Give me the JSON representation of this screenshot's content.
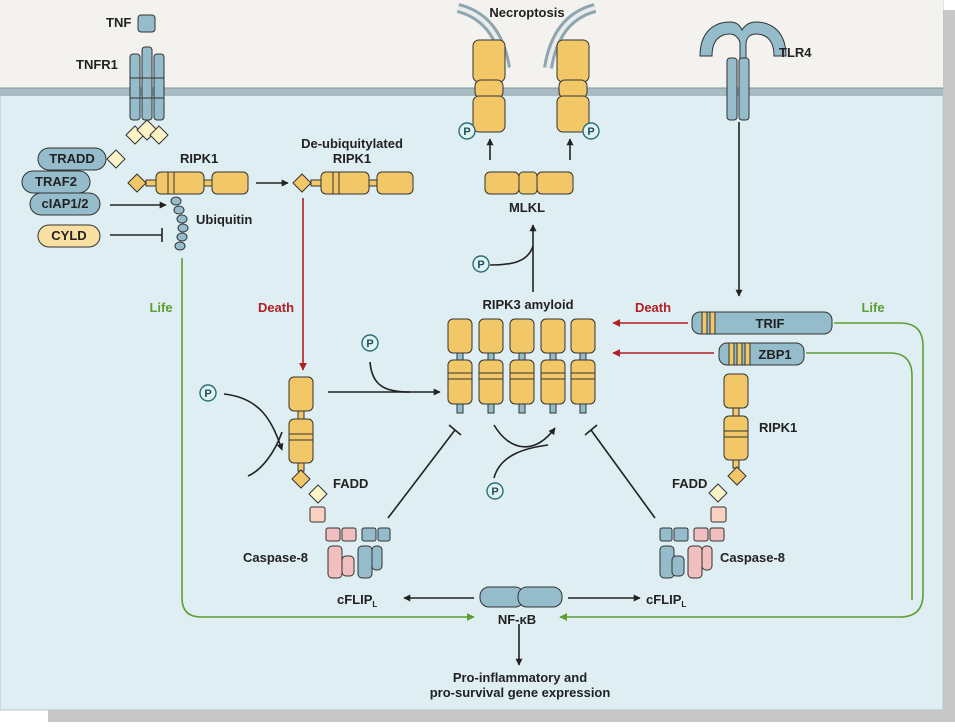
{
  "diagram": {
    "labels": {
      "tnf": "TNF",
      "tnfr1": "TNFR1",
      "necroptosis": "Necroptosis",
      "tlr4": "TLR4",
      "tradd": "TRADD",
      "traf2": "TRAF2",
      "ciap": "cIAP1/2",
      "cyld": "CYLD",
      "ripk1_top": "RIPK1",
      "deub_line1": "De-ubiquitylated",
      "deub_line2": "RIPK1",
      "ubiquitin": "Ubiquitin",
      "mlkl": "MLKL",
      "ripk3": "RIPK3 amyloid",
      "death_left": "Death",
      "death_right": "Death",
      "life_left": "Life",
      "life_right": "Life",
      "trif": "TRIF",
      "zbp1": "ZBP1",
      "ripk1_right": "RIPK1",
      "fadd_left": "FADD",
      "fadd_right": "FADD",
      "casp8_left": "Caspase-8",
      "casp8_right": "Caspase-8",
      "cflip_left": "cFLIP",
      "cflip_right": "cFLIP",
      "cflip_sub": "L",
      "nfkb": "NF-κB",
      "output_line1": "Pro-inflammatory and",
      "output_line2": "pro-survival gene expression",
      "phospho": "P"
    }
  },
  "colors": {
    "membrane": "#f4f2ee",
    "cytoplasm": "#deeef3",
    "gold": "#f2c767",
    "blue": "#94bccb",
    "pink": "#f1bfc0",
    "cream": "#fcf3c7",
    "cyld": "#f9e0a2",
    "death": "#b01f24",
    "life": "#5f9e33",
    "line": "#222222"
  }
}
